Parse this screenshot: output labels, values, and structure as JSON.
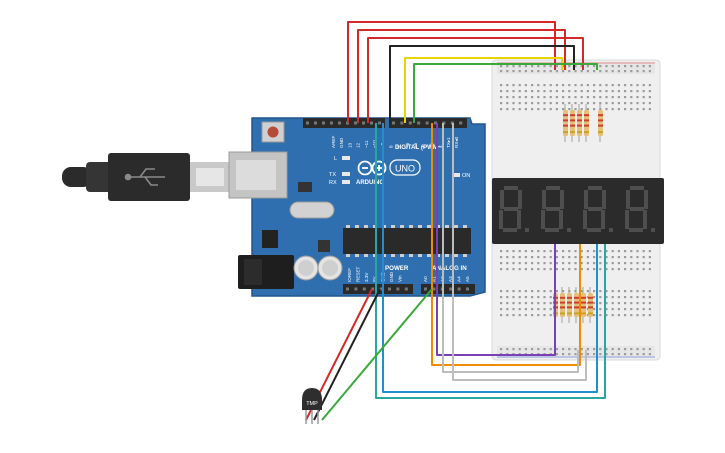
{
  "board": {
    "brand": "ARDUINO",
    "model": "UNO",
    "digital_label": "DIGITAL (PWM~)",
    "power_label": "POWER",
    "analog_label": "ANALOG IN",
    "on_label": "ON",
    "led_l": "L",
    "led_tx": "TX",
    "led_rx": "RX",
    "top_pins": [
      "AREF",
      "GND",
      "13",
      "12",
      "~11",
      "~10",
      "~9",
      "8",
      "7",
      "~6",
      "~5",
      "4",
      "~3",
      "2",
      "TX▸1",
      "RX◂0"
    ],
    "power_pins": [
      "IOREF",
      "RESET",
      "3.3V",
      "5V",
      "GND",
      "GND",
      "Vin"
    ],
    "analog_pins": [
      "A0",
      "A1",
      "A2",
      "A3",
      "A4",
      "A5"
    ]
  },
  "sensor": {
    "label": "TMP"
  },
  "display": {
    "digit_count": 4
  },
  "colors": {
    "board": "#2f6fb0",
    "breadboard": "#f2f2f2",
    "display_body": "#2b2b2b",
    "segment_off": "#4e4e4e",
    "wire_red": "#d62828",
    "wire_black": "#222222",
    "wire_yellow": "#e8d400",
    "wire_green": "#3aa83a",
    "wire_blue": "#1f8fcf",
    "wire_orange": "#f08c00",
    "wire_purple": "#7b3fb5",
    "wire_white": "#bdbdbd"
  }
}
